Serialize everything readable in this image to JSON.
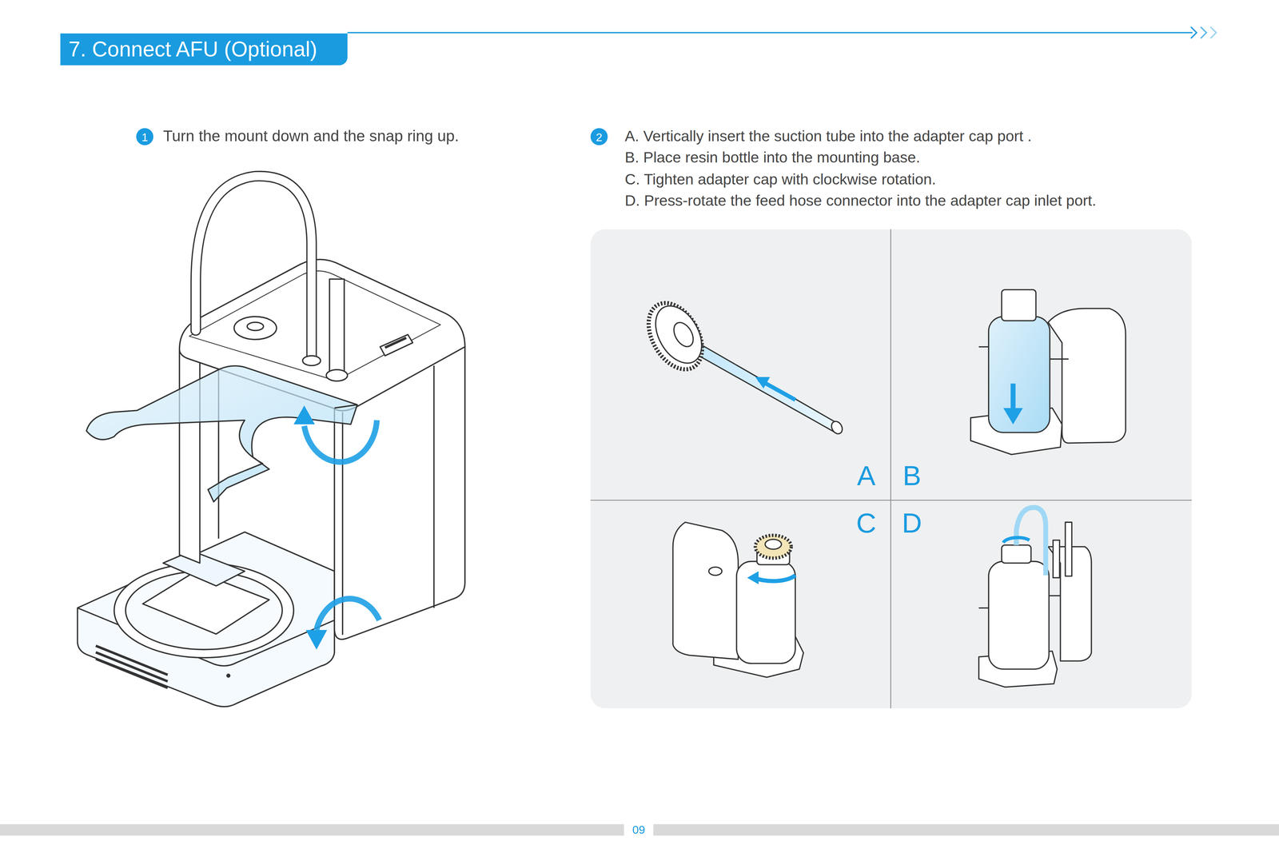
{
  "diagram": {
    "title": "7. Connect AFU (Optional)",
    "nodes": [
      {
        "text": [
          "1"
        ]
      },
      {
        "text": [
          "2"
        ]
      }
    ],
    "labels": [
      "Turn the mount down and the snap ring up.",
      "A. Vertically insert the suction tube into the adapter cap port .",
      "B. Place resin bottle into the mounting base.",
      "C. Tighten adapter cap with clockwise rotation.",
      "D. Press-rotate the feed hose connector into the adapter cap inlet port.",
      "A",
      "B",
      "C",
      "D",
      "09"
    ]
  }
}
